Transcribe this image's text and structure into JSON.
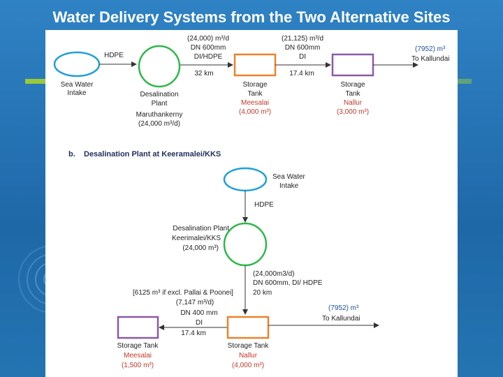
{
  "title": "Water Delivery Systems from the Two Alternative Sites",
  "top": {
    "intake_label_1": "Sea Water",
    "intake_label_2": "Intake",
    "pipe1": "HDPE",
    "plant_1": "Desalination",
    "plant_2": "Plant",
    "plant_3": "Maruthankerny",
    "plant_4": "(24,000 m³/d)",
    "seg1_1": "(24,000) m³/d",
    "seg1_2": "DN 600mm",
    "seg1_3": "DI/HDPE",
    "seg1_dist": "32 km",
    "tank1_1": "Storage",
    "tank1_2": "Tank",
    "tank1_3": "Meesalai",
    "tank1_4": "(4,000 m³)",
    "seg2_1": "(21,125) m³/d",
    "seg2_2": "DN 600mm",
    "seg2_3": "DI",
    "seg2_dist": "17.4 km",
    "tank2_1": "Storage",
    "tank2_2": "Tank",
    "tank2_3": "Nallur",
    "tank2_4": "(3,000 m³)",
    "out_1": "(7952) m³",
    "out_2": "To Kallundai"
  },
  "bottom": {
    "heading_num": "b.",
    "heading": "Desalination Plant at Keeramalei/KKS",
    "intake_1": "Sea Water",
    "intake_2": "Intake",
    "pipe1": "HDPE",
    "plant_1": "Desalination Plant",
    "plant_2": "Keerimalei/KKS",
    "plant_3": "(24,000 m³)",
    "seg1_1": "(24,000m3/d)",
    "seg1_2": "DN 600mm, DI/ HDPE",
    "seg1_3": "20 km",
    "note": "[6125 m³ if excl. Pallai & Poonei]",
    "seg2_1": "(7,147 m³/d)",
    "seg2_2": "DN 400 mm",
    "seg2_3": "DI",
    "seg2_4": "17.4 km",
    "out_1": "(7952) m³",
    "out_2": "To Kallundai",
    "tankL_1": "Storage Tank",
    "tankL_2": "Meesalai",
    "tankL_3": "(1,500 m³)",
    "tankR_1": "Storage Tank",
    "tankR_2": "Nallur",
    "tankR_3": "(4,000 m³)"
  },
  "colors": {
    "intake": "#1f9fd8",
    "plant": "#2db84a",
    "tank_orange": "#e8832a",
    "tank_purple": "#8a5aa8",
    "accent": "#9cc93a"
  }
}
